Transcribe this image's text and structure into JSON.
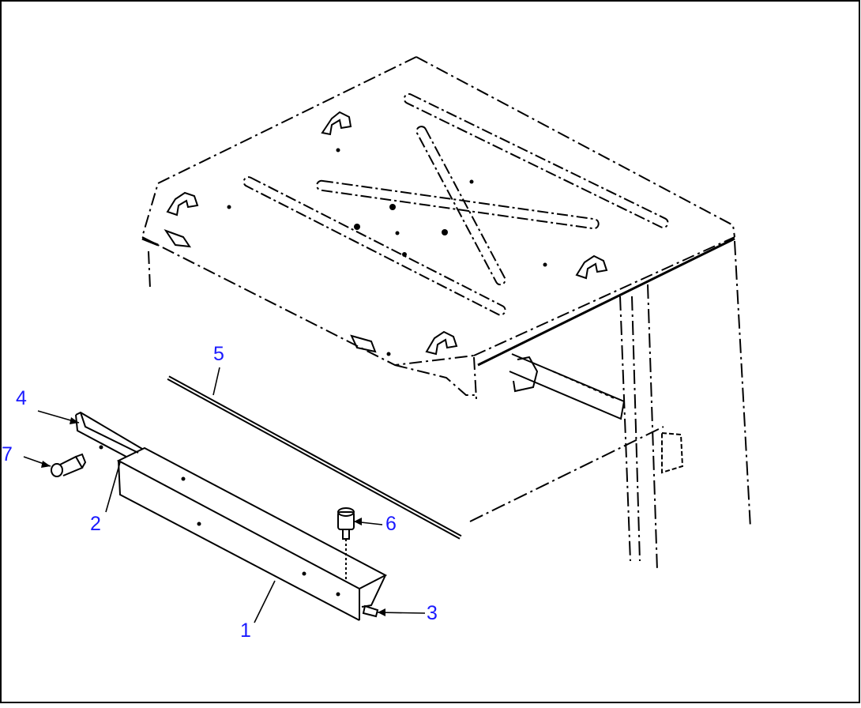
{
  "figure": {
    "callouts": [
      {
        "id": "1",
        "text": "1"
      },
      {
        "id": "2",
        "text": "2"
      },
      {
        "id": "3",
        "text": "3"
      },
      {
        "id": "4",
        "text": "4"
      },
      {
        "id": "5",
        "text": "5"
      },
      {
        "id": "6",
        "text": "6"
      },
      {
        "id": "7",
        "text": "7"
      }
    ]
  },
  "colors": {
    "callout": "#1a1aff",
    "line": "#000000",
    "background": "#ffffff"
  }
}
